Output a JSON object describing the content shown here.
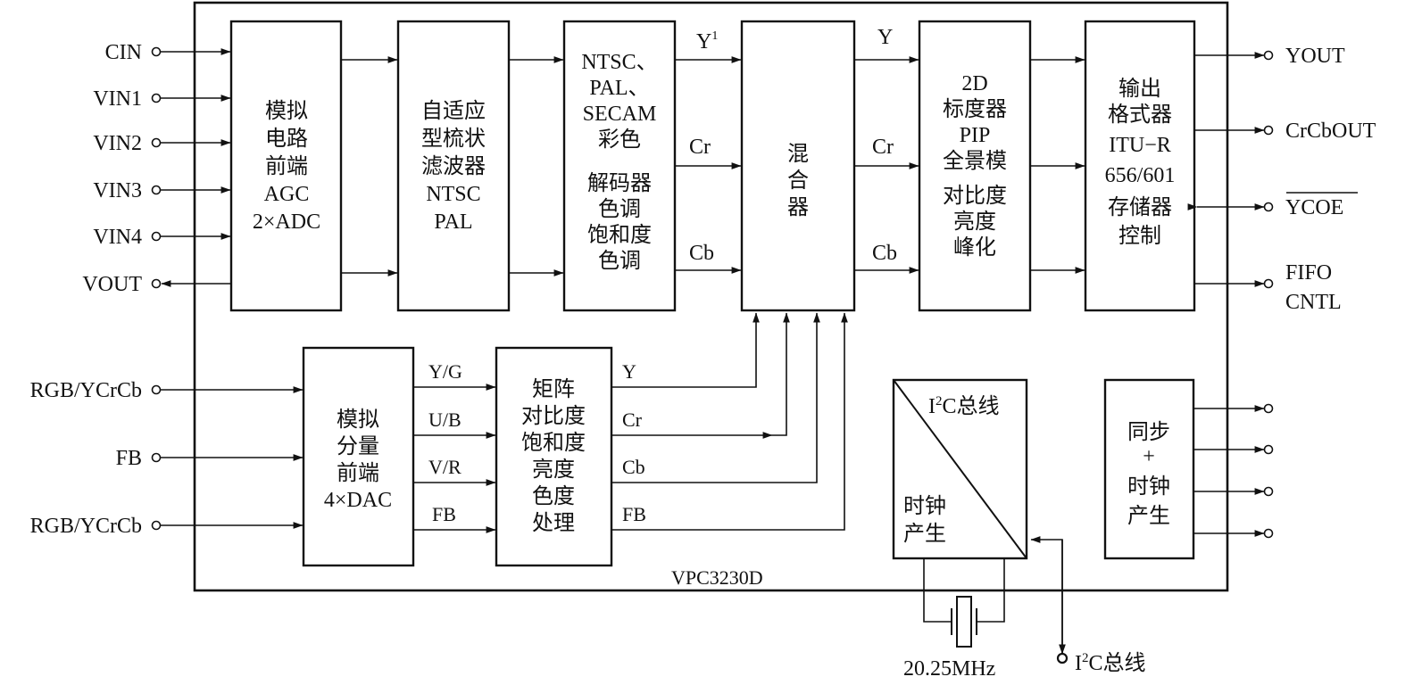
{
  "chip_label": "VPC3230D",
  "inputs": {
    "cin": "CIN",
    "vin1": "VIN1",
    "vin2": "VIN2",
    "vin3": "VIN3",
    "vin4": "VIN4",
    "vout": "VOUT",
    "rgb1": "RGB/YCrCb",
    "fb": "FB",
    "rgb2": "RGB/YCrCb"
  },
  "outputs": {
    "yout": "YOUT",
    "crcbout": "CrCbOUT",
    "ycoe": "YCOE",
    "fifo_line1": "FIFO",
    "fifo_line2": "CNTL"
  },
  "blocks": {
    "analog_frontend": [
      "模拟",
      "电路",
      "前端",
      "AGC",
      "2×ADC"
    ],
    "comb_filter": [
      "自适应",
      "型梳状",
      "滤波器",
      "NTSC",
      "PAL"
    ],
    "color_decoder": [
      "NTSC、",
      "PAL、",
      "SECAM",
      "彩色",
      "解码器",
      "色调",
      "饱和度",
      "色调"
    ],
    "mixer": [
      "混",
      "合",
      "器"
    ],
    "scaler": [
      "2D",
      "标度器",
      "PIP",
      "全景模",
      "对比度",
      "亮度",
      "峰化"
    ],
    "output_formatter": [
      "输出",
      "格式器",
      "ITU−R",
      "656/601",
      "存储器",
      "控制"
    ],
    "component_frontend": [
      "模拟",
      "分量",
      "前端",
      "4×DAC"
    ],
    "matrix": [
      "矩阵",
      "对比度",
      "饱和度",
      "亮度",
      "色度",
      "处理"
    ],
    "i2c_bus_block": "C总线",
    "clock_gen_block": [
      "时钟",
      "产生"
    ],
    "sync_clock": [
      "同步",
      "+",
      "时钟",
      "产生"
    ]
  },
  "signals": {
    "y1": "Y",
    "y1_sup": "1",
    "cr_dec": "Cr",
    "cb_dec": "Cb",
    "y_mix": "Y",
    "cr_mix": "Cr",
    "cb_mix": "Cb",
    "yg": "Y/G",
    "ub": "U/B",
    "vr": "V/R",
    "fb_in": "FB",
    "y_mat": "Y",
    "cr_mat": "Cr",
    "cb_mat": "Cb",
    "fb_mat": "FB"
  },
  "crystal_freq": "20.25MHz",
  "i2c_bus_pin": "C总线",
  "i2c_prefix": "I",
  "i2c_sup": "2"
}
